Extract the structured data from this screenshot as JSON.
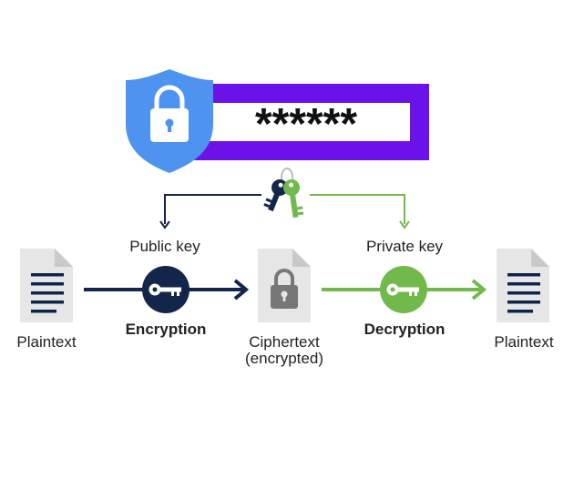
{
  "banner": {
    "password_mask": "******",
    "colors": {
      "bar": "#6a12e8",
      "shield": "#4f93f0"
    }
  },
  "labels": {
    "public_key": "Public key",
    "private_key": "Private key",
    "encryption": "Encryption",
    "decryption": "Decryption",
    "plaintext_left": "Plaintext",
    "plaintext_right": "Plaintext",
    "ciphertext_line1": "Ciphertext",
    "ciphertext_line2": "(encrypted)"
  },
  "colors": {
    "public_key": "#13254a",
    "private_key": "#72b94b",
    "document": "#e6e6e6",
    "document_lines": "#10234a",
    "ciphertext_lock": "#777777"
  },
  "icons": [
    "shield-lock-icon",
    "key-pair-icon",
    "public-key-icon",
    "private-key-icon",
    "document-icon",
    "lock-icon"
  ]
}
